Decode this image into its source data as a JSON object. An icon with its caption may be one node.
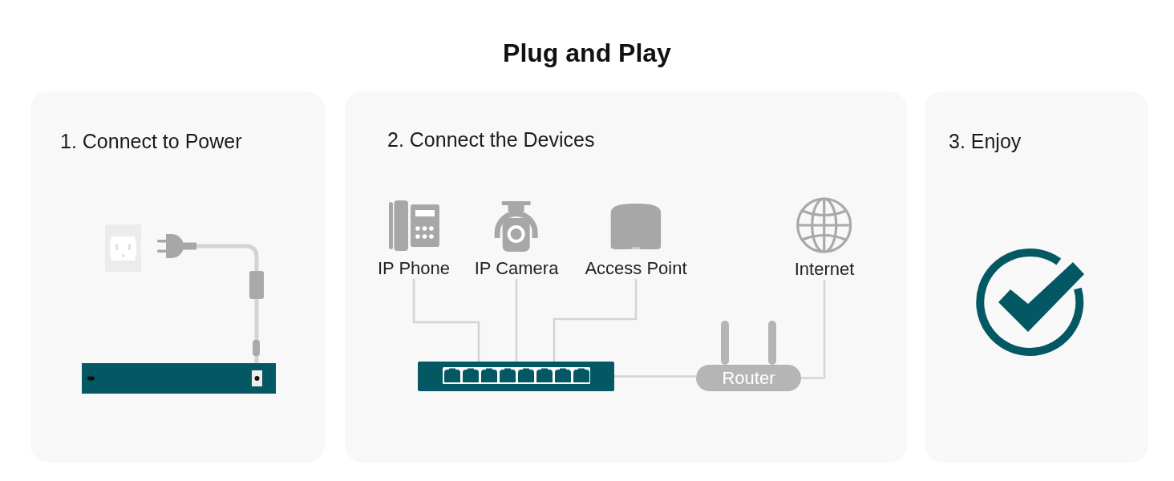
{
  "diagram": {
    "title": "Plug and Play",
    "nodes": [
      {
        "text": [
          "1. Connect to Power"
        ]
      },
      {
        "text": [],
        "shape": "picture",
        "in": 0
      },
      {
        "text": [],
        "shape": "picture",
        "in": 0
      },
      {
        "text": [
          "2. Connect the Devices"
        ]
      },
      {
        "text": [
          "IP Phone"
        ],
        "in": 3
      },
      {
        "text": [
          "IP Camera"
        ],
        "in": 3
      },
      {
        "text": [
          "Access Point"
        ],
        "in": 3
      },
      {
        "text": [
          "Internet"
        ],
        "in": 3
      },
      {
        "text": [],
        "shape": "picture",
        "in": 3
      },
      {
        "text": [
          "Router"
        ],
        "in": 3
      },
      {
        "text": [
          "3. Enjoy"
        ]
      }
    ],
    "edges": [
      {
        "from": 1,
        "to": 2,
        "arrow": "none",
        "style": "thick"
      },
      {
        "from": 4,
        "to": 8,
        "arrow": "none"
      },
      {
        "from": 5,
        "to": 8,
        "arrow": "none"
      },
      {
        "from": 6,
        "to": 8,
        "arrow": "none"
      },
      {
        "from": 8,
        "to": 9,
        "arrow": "none"
      },
      {
        "from": 7,
        "to": 9,
        "arrow": "none"
      }
    ]
  }
}
